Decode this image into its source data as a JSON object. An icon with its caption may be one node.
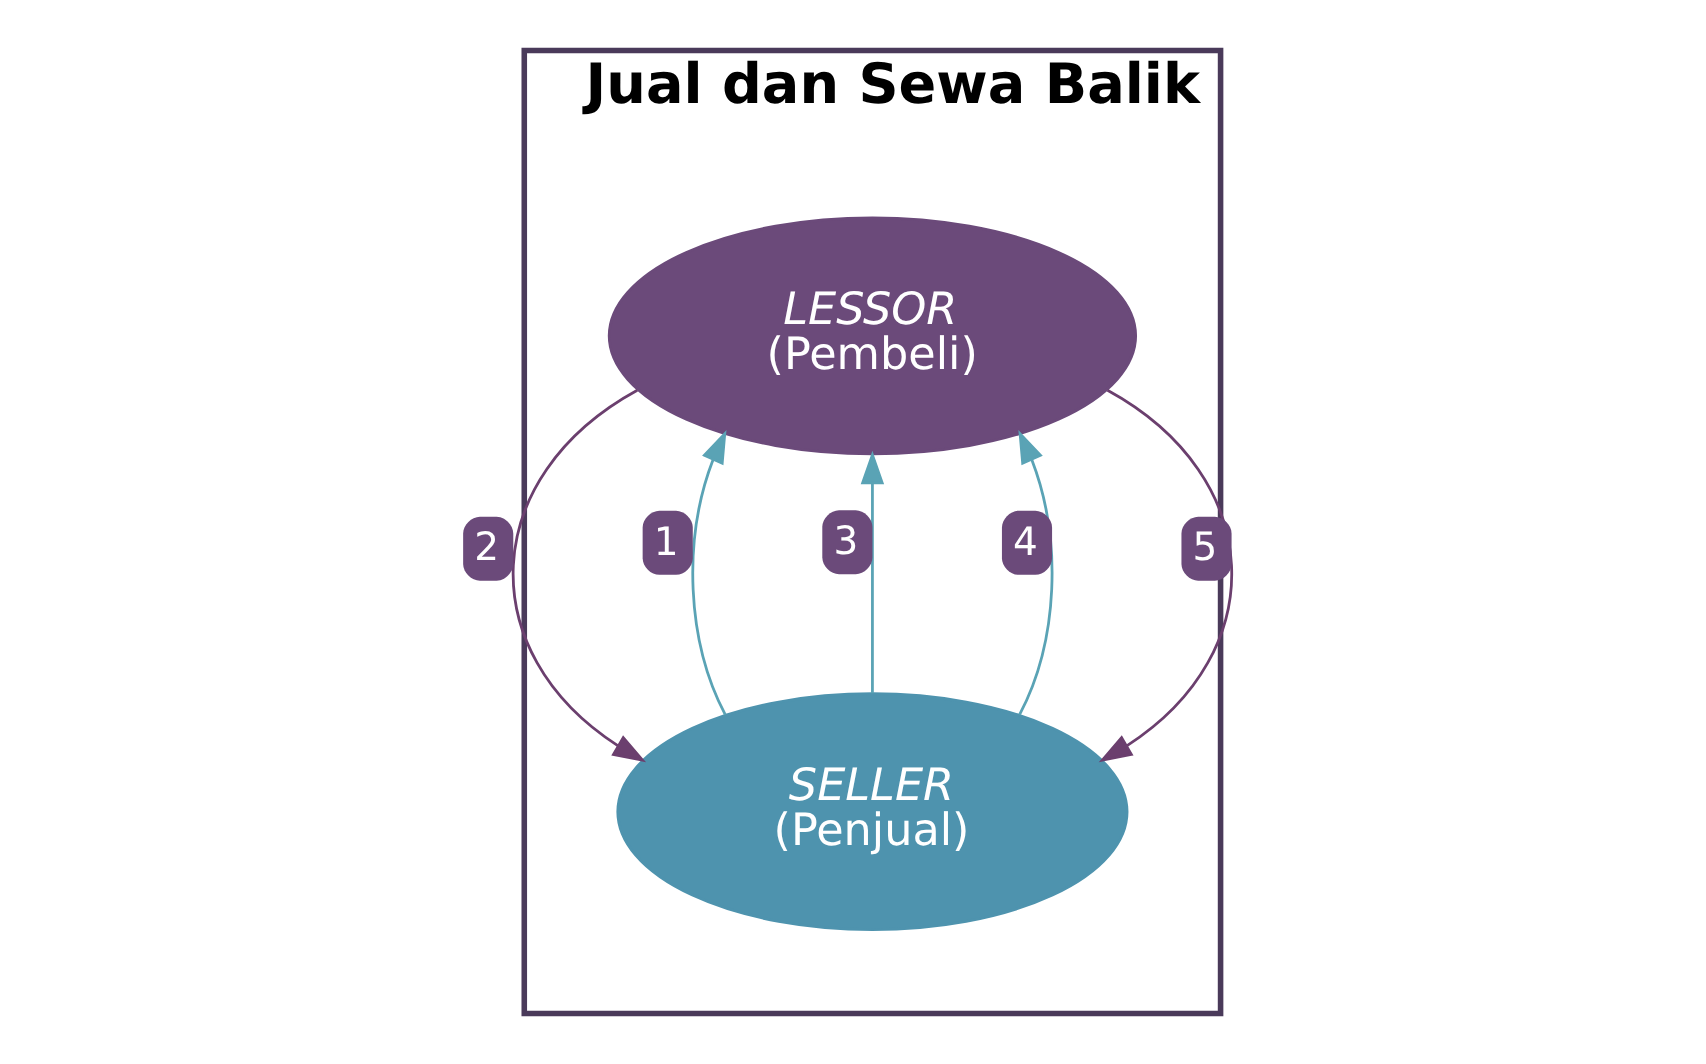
{
  "diagram": {
    "nodes": [
      {
        "text": [
          "Jual dan Sewa Balik"
        ]
      },
      {
        "text": [
          "LESSOR",
          "(Pembeli)"
        ],
        "in": 0
      },
      {
        "text": [
          "SELLER",
          "(Penjual)"
        ],
        "in": 0
      }
    ],
    "edges": [
      {
        "from": 2,
        "to": 1,
        "arrow": "to",
        "label": "1"
      },
      {
        "from": 1,
        "to": 2,
        "arrow": "to",
        "label": "2",
        "color": "#6b3f6e"
      },
      {
        "from": 2,
        "to": 1,
        "arrow": "to",
        "label": "3"
      },
      {
        "from": 2,
        "to": 1,
        "arrow": "to",
        "label": "4"
      },
      {
        "from": 1,
        "to": 2,
        "arrow": "to",
        "label": "5",
        "color": "#6b3f6e"
      }
    ]
  }
}
